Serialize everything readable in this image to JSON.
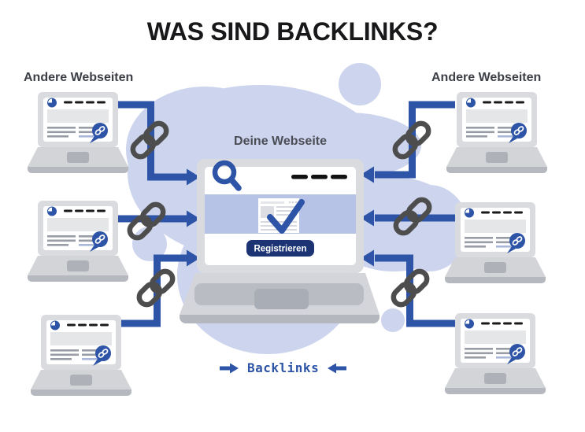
{
  "title": "WAS SIND BACKLINKS?",
  "labels": {
    "left_group": "Andere Webseiten",
    "right_group": "Andere Webseiten",
    "your_website": "Deine Webseite",
    "register_button": "Registrieren",
    "backlinks": "Backlinks"
  },
  "structure": {
    "other_websites_left_count": 3,
    "other_websites_right_count": 3,
    "backlink_connections": 6,
    "chain_link_icons": 6
  },
  "icons": {
    "chain": "chain-link-icon",
    "search": "search-icon",
    "pie": "pie-chart-icon",
    "bubble": "link-speech-bubble-icon",
    "check": "checkmark-icon",
    "arrow_right": "arrow-right-icon",
    "arrow_left": "arrow-left-icon"
  },
  "colors": {
    "accent_blue": "#2d54a6",
    "navy": "#1d3474",
    "blob_lavender": "#cdd4ed",
    "band_blue": "#b6c3e6",
    "chain_gray": "#4d4d4d",
    "laptop_gray": "#dadbde",
    "title_black": "#18181a"
  }
}
